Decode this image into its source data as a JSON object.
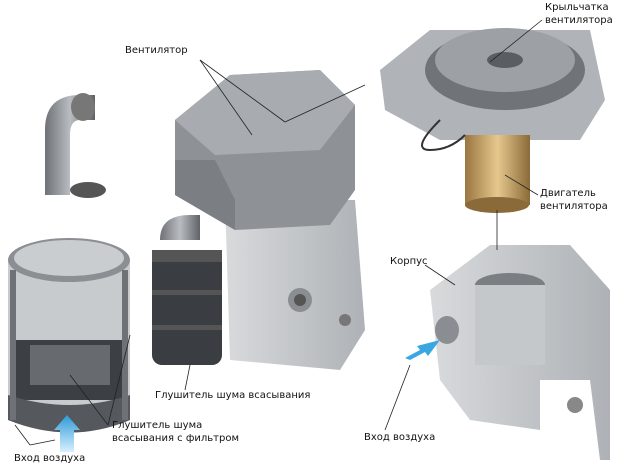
{
  "labels": {
    "fan": "Вентилятор",
    "impeller_line1": "Крыльчатка",
    "impeller_line2": "вентилятора",
    "motor_line1": "Двигатель",
    "motor_line2": "вентилятора",
    "housing": "Корпус",
    "intake_silencer": "Глушитель шума всасывания",
    "filter_silencer_line1": "Глушитель шума",
    "filter_silencer_line2": "всасывания с фильтром",
    "air_inlet_left": "Вход воздуха",
    "air_inlet_right": "Вход воздуха"
  },
  "colors": {
    "arrow": "#3aa8e0",
    "body": "#9a9ea3",
    "motor": "#c8a060"
  }
}
